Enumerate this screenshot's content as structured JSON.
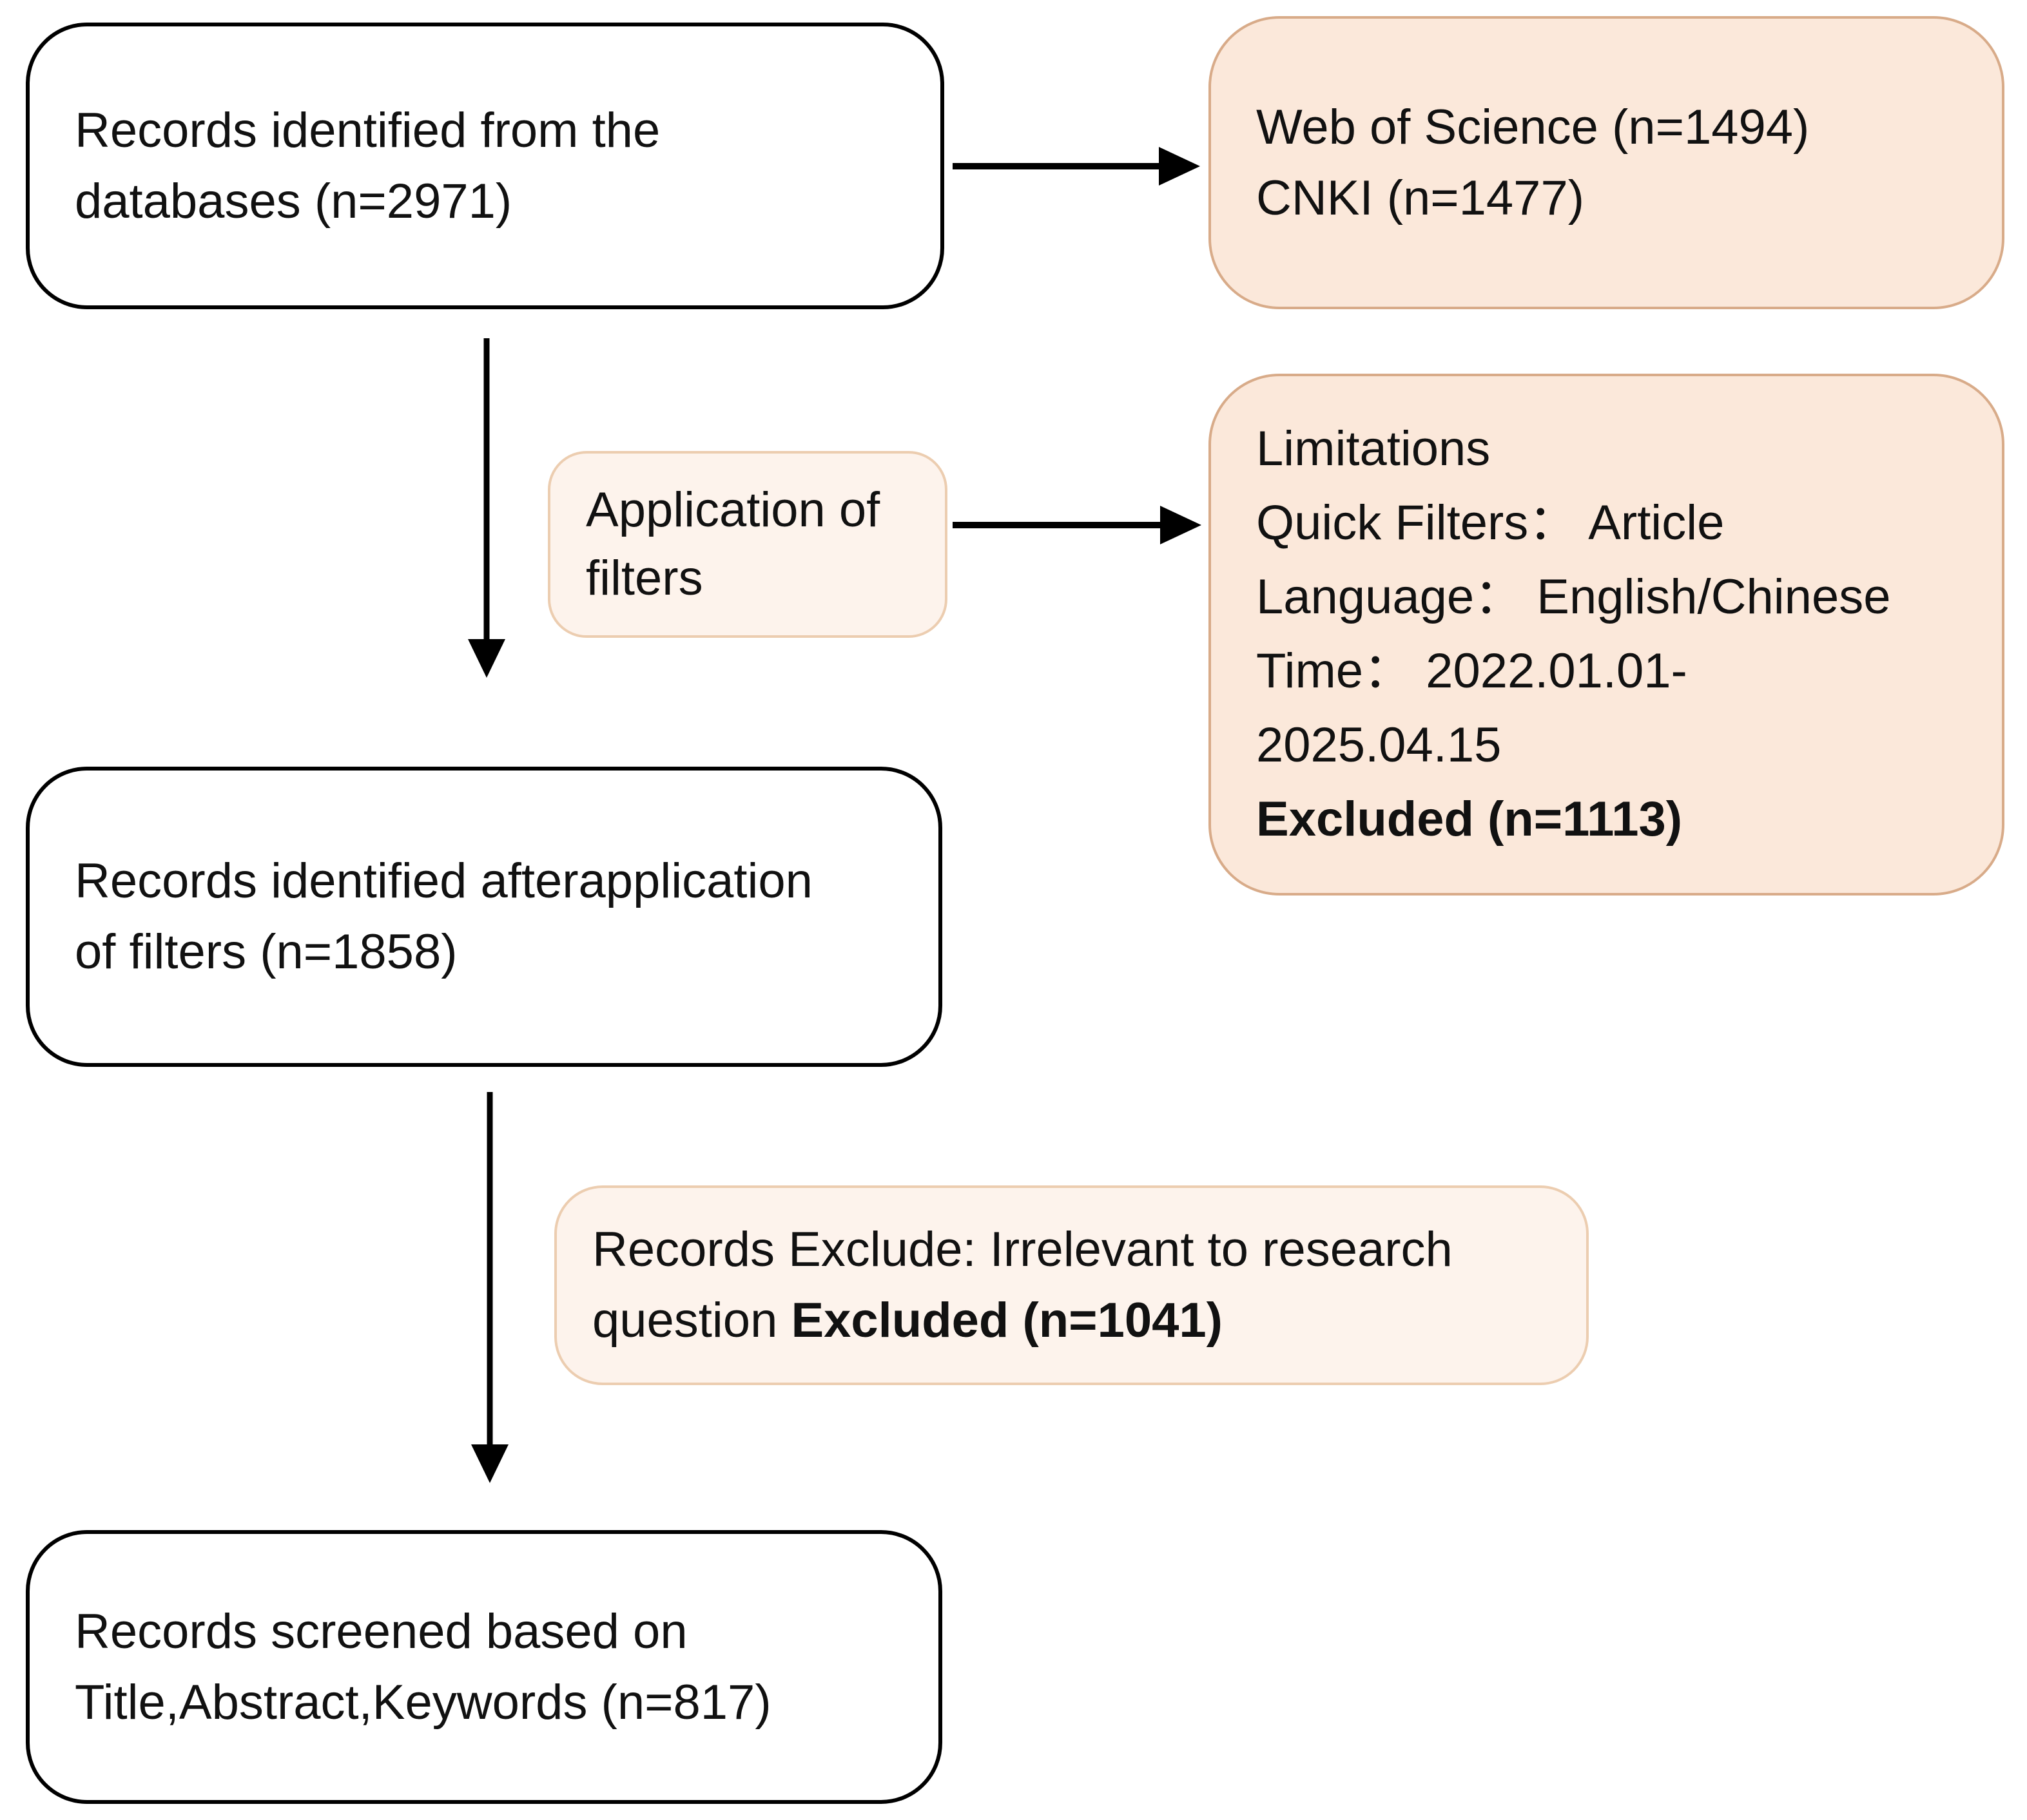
{
  "colors": {
    "dark_peach_fill": "#fbe8da",
    "dark_peach_border": "#d8ab89",
    "light_peach_fill": "#fdf3ec",
    "light_peach_border": "#eccdb0",
    "box_border": "#000000",
    "text": "#111111"
  },
  "flowchart": {
    "boxes": {
      "records_identified": {
        "lines": [
          "Records identified from the",
          "databases (n=2971)"
        ]
      },
      "databases": {
        "lines": [
          "Web of Science (n=1494)",
          "CNKI (n=1477)"
        ]
      },
      "application_of_filters": {
        "lines": [
          "Application of",
          "filters"
        ]
      },
      "limitations": {
        "lines": [
          "Limitations",
          "Quick Filters： Article",
          "Language： English/Chinese",
          "Time： 2022.01.01-",
          "2025.04.15"
        ],
        "excluded_bold": "Excluded (n=1113)"
      },
      "records_after_filters": {
        "lines": [
          "Records identified afterapplication",
          "of filters (n=1858)"
        ]
      },
      "records_exclude": {
        "line1": "Records Exclude: Irrelevant to research",
        "line2_prefix": "question ",
        "line2_bold": "Excluded (n=1041)"
      },
      "records_screened": {
        "lines": [
          "Records screened based on",
          "Title,Abstract,Keywords (n=817)"
        ]
      }
    }
  }
}
